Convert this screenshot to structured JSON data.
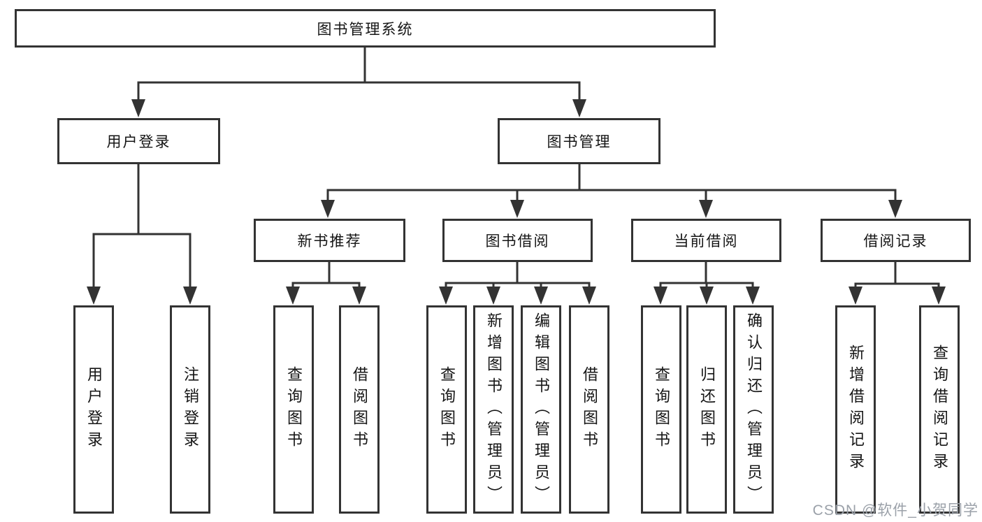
{
  "diagram_title": "图书管理系统",
  "nodes": {
    "root": "图书管理系统",
    "user_login": "用户登录",
    "book_mgmt": "图书管理",
    "new_books": "新书推荐",
    "book_borrow": "图书借阅",
    "current_borrow": "当前借阅",
    "borrow_records": "借阅记录"
  },
  "leaves": {
    "user_login": [
      "用户登录",
      "注销登录"
    ],
    "new_books": [
      "查询图书",
      "借阅图书"
    ],
    "book_borrow": [
      "查询图书",
      "新增图书（管理员）",
      "编辑图书（管理员）",
      "借阅图书"
    ],
    "current_borrow": [
      "查询图书",
      "归还图书",
      "确认归还（管理员）"
    ],
    "borrow_records": [
      "新增借阅记录",
      "查询借阅记录"
    ]
  },
  "watermark": "CSDN @软件_小贺同学",
  "colors": {
    "line": "#333333",
    "text": "#151515",
    "watermark": "#9ba1a9",
    "background": "#ffffff"
  }
}
